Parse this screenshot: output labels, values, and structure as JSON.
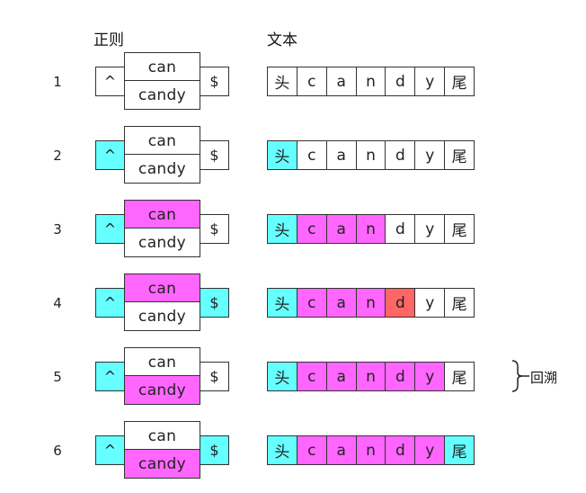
{
  "headers": {
    "regex": "正则",
    "text": "文本"
  },
  "regex": {
    "caret": "^",
    "alt_top": "can",
    "alt_bottom": "candy",
    "dollar": "$"
  },
  "text_chars": [
    "头",
    "c",
    "a",
    "n",
    "d",
    "y",
    "尾"
  ],
  "colors": {
    "white": "#ffffff",
    "cyan": "#66ffff",
    "magenta": "#ff66ff",
    "red": "#ff6666"
  },
  "rows": [
    {
      "num": "1",
      "regex_states": {
        "caret": "white",
        "alt_top": "white",
        "alt_bottom": "white",
        "dollar": "white"
      },
      "text_states": [
        "white",
        "white",
        "white",
        "white",
        "white",
        "white",
        "white"
      ]
    },
    {
      "num": "2",
      "regex_states": {
        "caret": "cyan",
        "alt_top": "white",
        "alt_bottom": "white",
        "dollar": "white"
      },
      "text_states": [
        "cyan",
        "white",
        "white",
        "white",
        "white",
        "white",
        "white"
      ]
    },
    {
      "num": "3",
      "regex_states": {
        "caret": "cyan",
        "alt_top": "magenta",
        "alt_bottom": "white",
        "dollar": "white"
      },
      "text_states": [
        "cyan",
        "magenta",
        "magenta",
        "magenta",
        "white",
        "white",
        "white"
      ]
    },
    {
      "num": "4",
      "regex_states": {
        "caret": "cyan",
        "alt_top": "magenta",
        "alt_bottom": "white",
        "dollar": "cyan"
      },
      "text_states": [
        "cyan",
        "magenta",
        "magenta",
        "magenta",
        "red",
        "white",
        "white"
      ]
    },
    {
      "num": "5",
      "regex_states": {
        "caret": "cyan",
        "alt_top": "white",
        "alt_bottom": "magenta",
        "dollar": "white"
      },
      "text_states": [
        "cyan",
        "magenta",
        "magenta",
        "magenta",
        "magenta",
        "magenta",
        "white"
      ]
    },
    {
      "num": "6",
      "regex_states": {
        "caret": "cyan",
        "alt_top": "white",
        "alt_bottom": "magenta",
        "dollar": "cyan"
      },
      "text_states": [
        "cyan",
        "magenta",
        "magenta",
        "magenta",
        "magenta",
        "magenta",
        "cyan"
      ]
    }
  ],
  "annotation": {
    "row": "5",
    "label": "回溯"
  }
}
